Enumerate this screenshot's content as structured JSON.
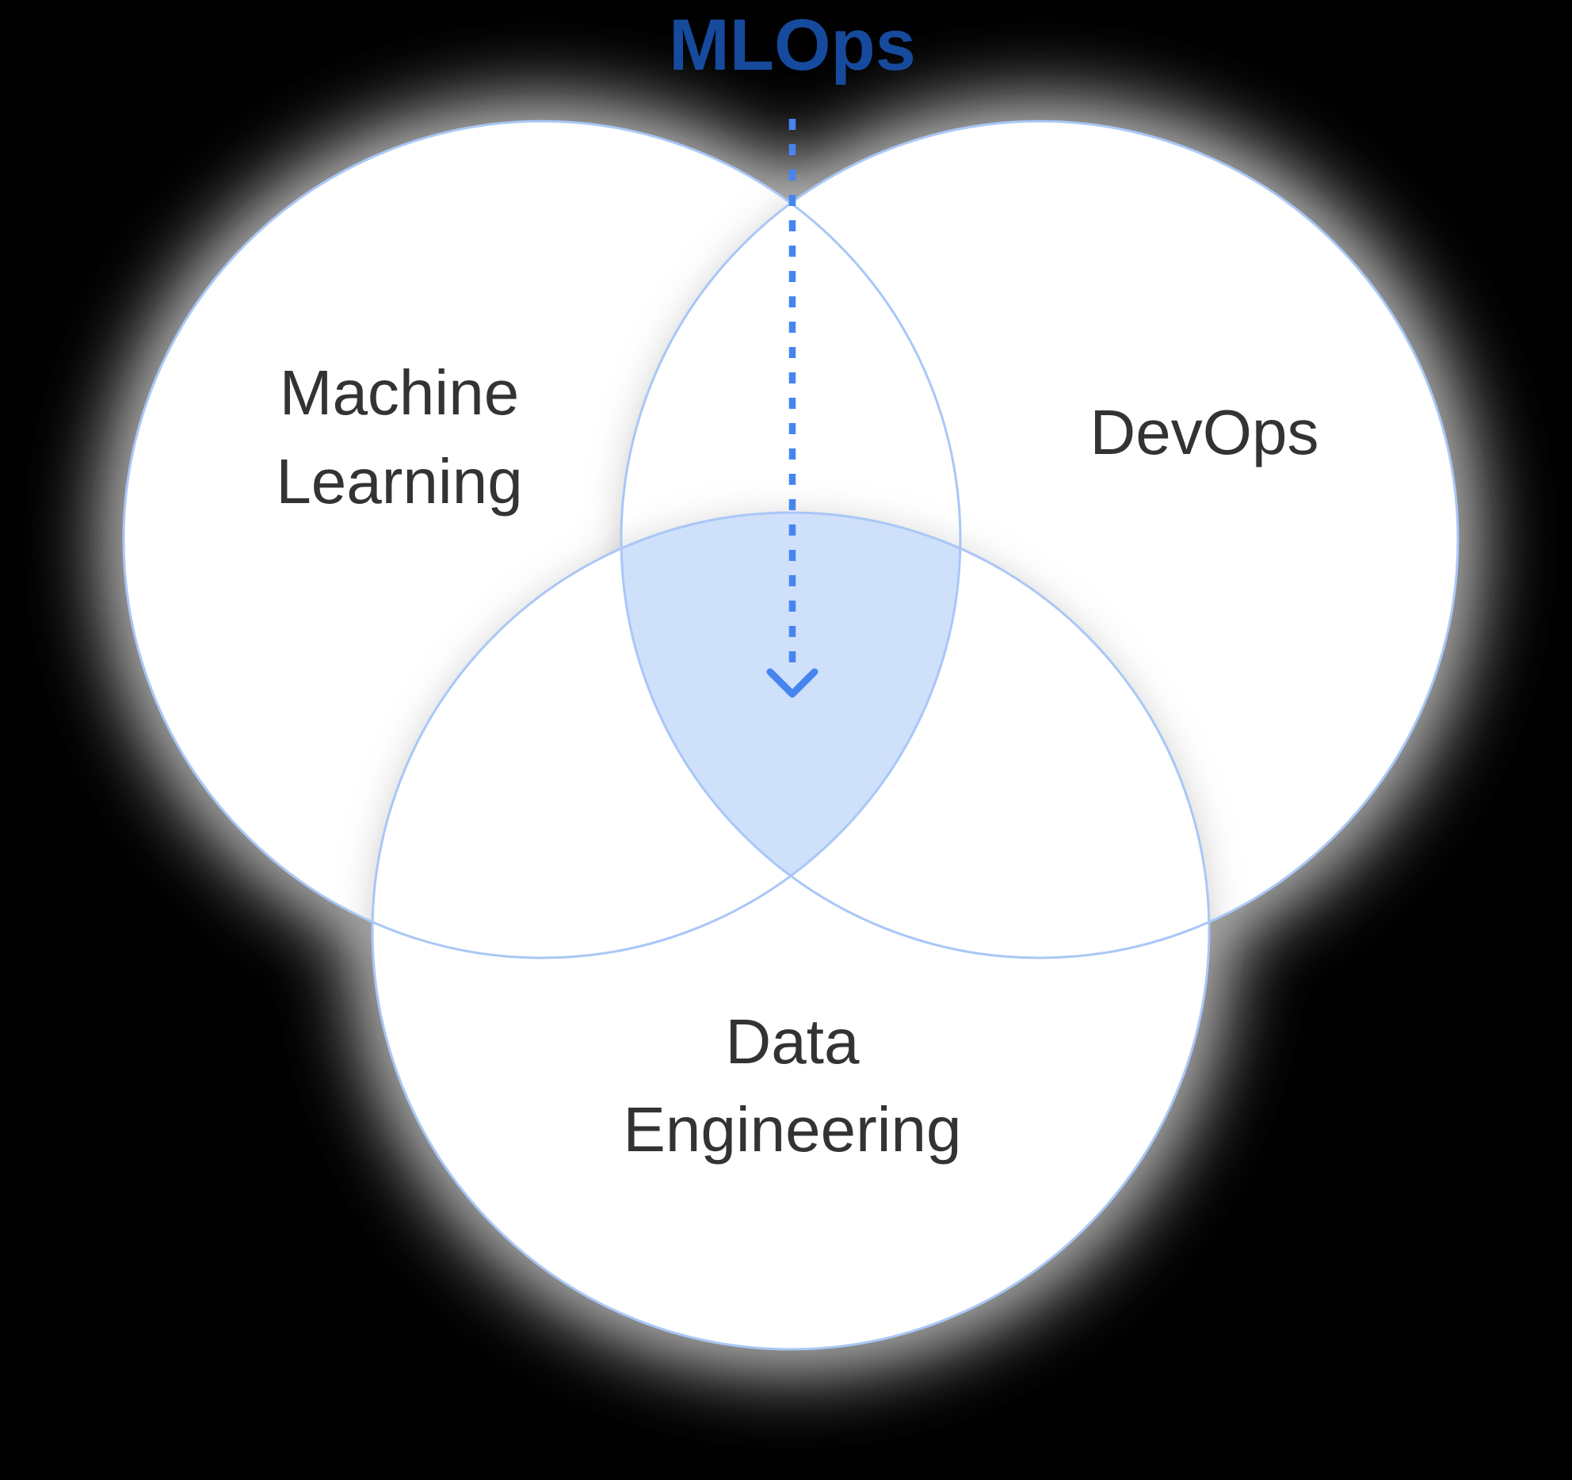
{
  "title": {
    "text": "MLOps"
  },
  "arrow": {
    "icon": "dashed-down-arrow"
  },
  "venn": {
    "type": "venn-3",
    "sets": [
      {
        "id": "machine-learning",
        "label": "Machine Learning",
        "label_lines": [
          "Machine",
          "Learning"
        ]
      },
      {
        "id": "devops",
        "label": "DevOps",
        "label_lines": [
          "DevOps"
        ]
      },
      {
        "id": "data-engineering",
        "label": "Data Engineering",
        "label_lines": [
          "Data",
          "Engineering"
        ]
      }
    ],
    "intersection_of_all": "MLOps"
  },
  "colors": {
    "background": "#000000",
    "halo_gray": "#d7d7d7",
    "circle_fill": "#ffffff",
    "circle_stroke": "#a9c7f7",
    "center_fill": "#cfe0fb",
    "arrow_blue": "#4685f0",
    "title_blue": "#164a9d",
    "label_gray": "#333333"
  }
}
